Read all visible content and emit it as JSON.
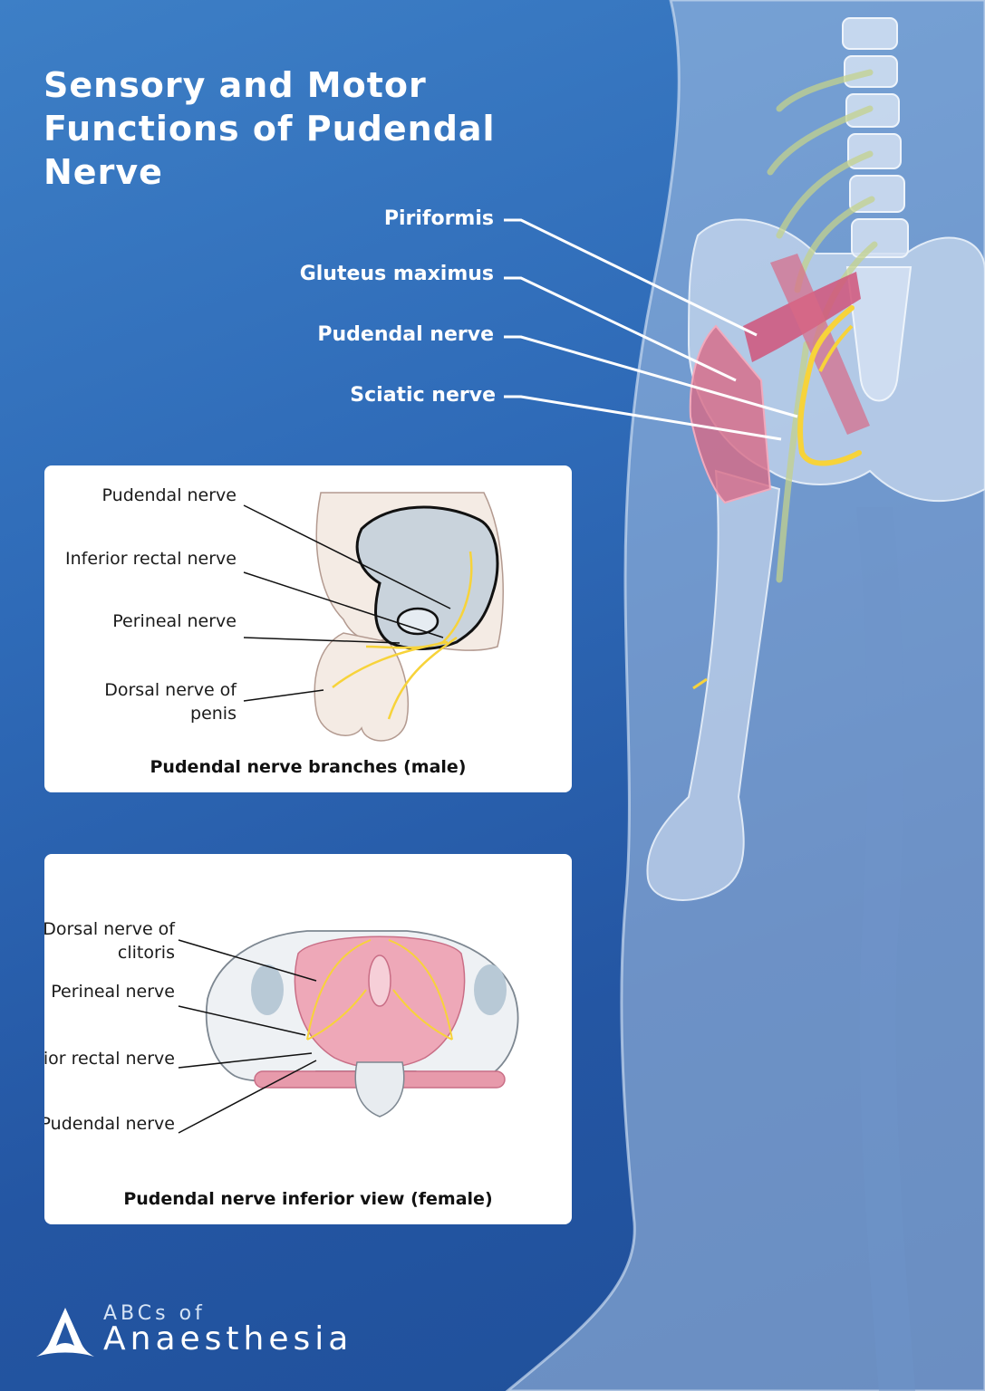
{
  "title": "Sensory and Motor Functions of Pudendal Nerve",
  "main_callouts": {
    "piriformis": "Piriformis",
    "gluteus_maximus": "Gluteus maximus",
    "pudendal_nerve": "Pudendal nerve",
    "sciatic_nerve": "Sciatic nerve"
  },
  "male_panel": {
    "labels": {
      "pudendal": "Pudendal nerve",
      "inferior_rectal": "Inferior rectal nerve",
      "perineal": "Perineal nerve",
      "dorsal": "Dorsal nerve of penis"
    },
    "caption": "Pudendal nerve branches (male)"
  },
  "female_panel": {
    "labels": {
      "dorsal": "Dorsal nerve of clitoris",
      "perineal": "Perineal nerve",
      "inferior_rectal": "Inferior rectal nerve",
      "pudendal": "Pudendal nerve"
    },
    "caption": "Pudendal nerve inferior view (female)"
  },
  "logo": {
    "small": "ABCs of",
    "big": "Anaesthesia"
  },
  "colors": {
    "background": "#2f6bb8",
    "nerve": "#f7d33a",
    "muscle": "#d86a86",
    "body": "#9fb9dc"
  }
}
